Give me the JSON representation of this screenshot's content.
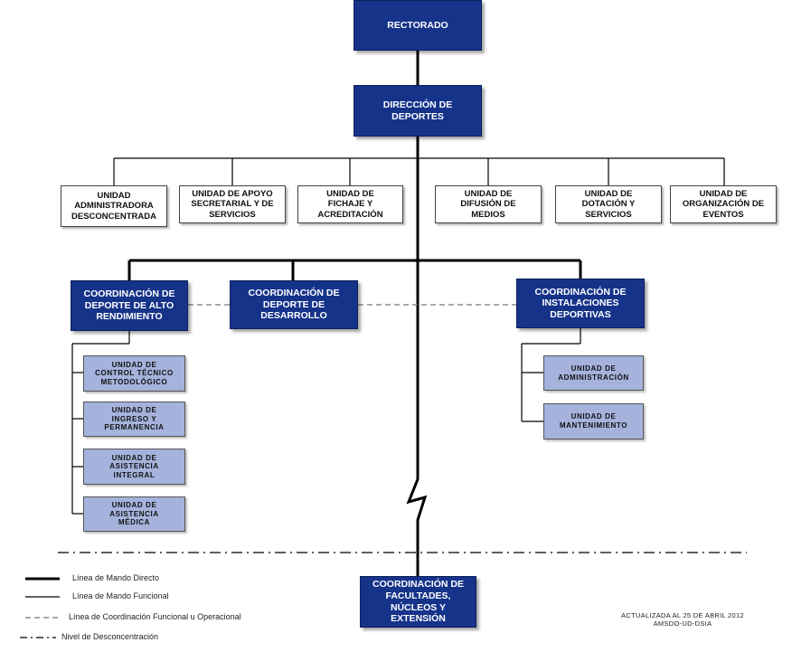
{
  "org_chart": {
    "rectorado": "RECTORADO",
    "direccion": "DIRECCIÓN DE\nDEPORTES",
    "staff_units": [
      "UNIDAD\nADMINISTRADORA\nDESCONCENTRADA",
      "UNIDAD DE APOYO\nSECRETARIAL Y DE\nSERVICIOS",
      "UNIDAD DE\nFICHAJE Y\nACREDITACIÓN",
      "UNIDAD DE\nDIFUSIÓN DE\nMEDIOS",
      "UNIDAD DE\nDOTACIÓN Y\nSERVICIOS",
      "UNIDAD DE\nORGANIZACIÓN DE\nEVENTOS"
    ],
    "coordinations": [
      "COORDINACIÓN DE\nDEPORTE DE ALTO\nRENDIMIENTO",
      "COORDINACIÓN DE\nDEPORTE DE\nDESARROLLO",
      "COORDINACIÓN DE\nINSTALACIONES\nDEPORTIVAS"
    ],
    "alto_rendimiento_units": [
      "UNIDAD DE\nCONTROL TÉCNICO\nMETODOLÓGICO",
      "UNIDAD DE\nINGRESO Y\nPERMANENCIA",
      "UNIDAD DE\nASISTENCIA\nINTEGRAL",
      "UNIDAD DE\nASISTENCIA\nMÉDICA"
    ],
    "instalaciones_units": [
      "UNIDAD DE\nADMINISTRACIÓN",
      "UNIDAD DE\nMANTENIMIENTO"
    ],
    "deconcentrated": "COORDINACIÓN DE\nFACULTADES,\nNÚCLEOS Y\nEXTENSIÓN"
  },
  "legend": {
    "mando_directo": "Línea de Mando Directo",
    "mando_funcional": "Línea de Mando Funcional",
    "coordinacion": "Línea de Coordinación Funcional u Operacional",
    "desconcentracion": "Nivel de Desconcentración"
  },
  "note": "ACTUALIZADA AL 25 DE ABRIL 2012\nAMSDO-UD-DSIA"
}
